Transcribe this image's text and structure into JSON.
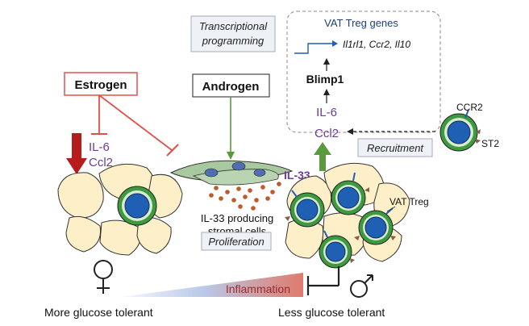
{
  "labels": {
    "estrogen": "Estrogen",
    "androgen": "Androgen",
    "il6_left": "IL-6",
    "ccl2_left": "Ccl2",
    "transcriptional_1": "Transcriptional",
    "transcriptional_2": "programming",
    "vat_treg_genes": "VAT Treg genes",
    "genes_list": "Il1rl1, Ccr2, Il10",
    "blimp1": "Blimp1",
    "il6_right": "IL-6",
    "ccl2_right": "Ccl2",
    "ccr2": "CCR2",
    "st2": "ST2",
    "recruitment": "Recruitment",
    "il33": "IL-33",
    "vat_treg": "VAT Treg",
    "stromal_1": "IL-33 producing",
    "stromal_2": "stromal cells",
    "proliferation": "Proliferation",
    "inflammation": "Inflammation",
    "more_glucose": "More glucose tolerant",
    "less_glucose": "Less glucose tolerant"
  },
  "colors": {
    "estrogen_red": "#e0504a",
    "dark_red": "#b51c1c",
    "androgen_green": "#5b9a3c",
    "purple": "#6a3d9a",
    "navy": "#1f3f7a",
    "fat_cell": "#fdf0c8",
    "treg_green": "#3e9a3e",
    "treg_blue": "#1f5fb4"
  },
  "icons": {
    "female": "female-symbol-icon",
    "male": "male-symbol-icon"
  }
}
